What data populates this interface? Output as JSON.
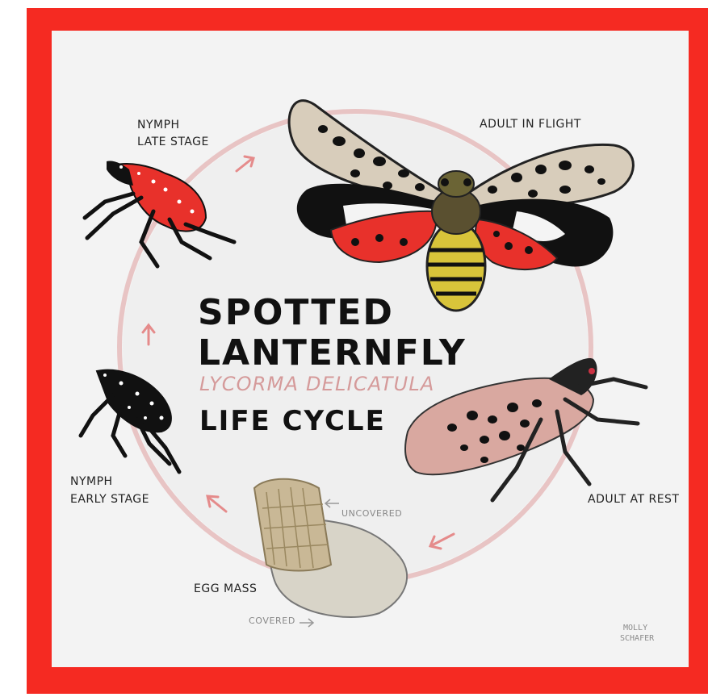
{
  "title": {
    "line1": "SPOTTED",
    "line2": "LANTERNFLY",
    "scientific_name": "LYCORMA DELICATULA",
    "subtitle": "LIFE CYCLE"
  },
  "stages": {
    "nymph_late": {
      "line1": "NYMPH",
      "line2": "LATE STAGE"
    },
    "adult_flight": {
      "label": "ADULT IN FLIGHT"
    },
    "adult_rest": {
      "label": "ADULT AT REST"
    },
    "egg_mass": {
      "label": "EGG MASS",
      "uncovered": "UNCOVERED",
      "covered": "COVERED"
    },
    "nymph_early": {
      "line1": "NYMPH",
      "line2": "EARLY STAGE"
    }
  },
  "signature": {
    "line1": "MOLLY",
    "line2": "SCHAFER"
  },
  "colors": {
    "frame": "#f52a22",
    "panel": "#f3f3f3",
    "cycle_ring": "#e8c4c4",
    "arrow": "#e58b8b",
    "hindwing_red": "#e8312b",
    "forewing_tan": "#d8cdbb",
    "abdomen_yellow": "#d8c43a"
  },
  "icons": [
    "cycle-arrow-icon",
    "pointer-arrow-icon"
  ]
}
